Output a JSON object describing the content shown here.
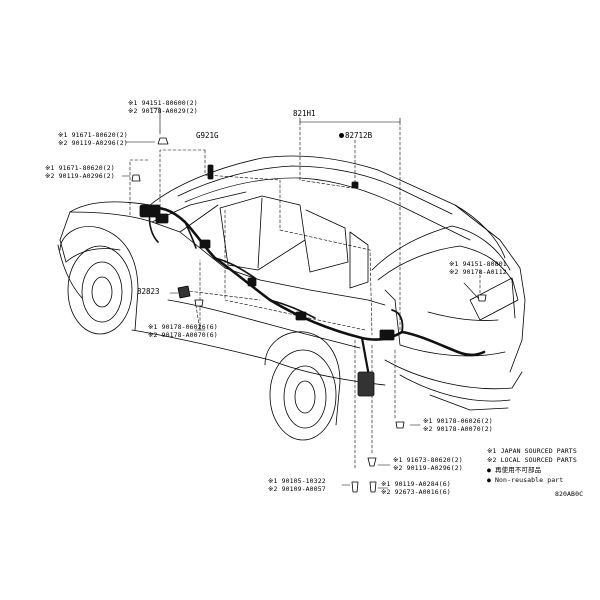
{
  "parts": {
    "main_harness": "821H1",
    "clip_top": "G921G",
    "clip_roof": "82712B",
    "grommet_left": "82823",
    "grp_roof_front": [
      "※1 94151-80600(2)",
      "※2 90178-A0029(2)"
    ],
    "grp_front_upper": [
      "※1 91671-80620(2)",
      "※2 90119-A0296(2)"
    ],
    "grp_front_lower": [
      "※1 91671-80620(2)",
      "※2 90119-A0296(2)"
    ],
    "grp_left_side": [
      "※1 90178-06026(6)",
      "※2 90178-A0070(6)"
    ],
    "grp_rear_upper": [
      "※1 94151-80801",
      "※2 90178-A0112"
    ],
    "grp_rear_lower": [
      "※1 90178-06026(2)",
      "※2 90178-A0070(2)"
    ],
    "grp_center_bolt": [
      "※1 91673-80620(2)",
      "※2 90119-A0296(2)"
    ],
    "grp_bottom_left": [
      "※1 90105-10322",
      "※2 90109-A0057"
    ],
    "grp_bottom_right": [
      "※1 90119-A0284(6)",
      "※2 92673-A0016(6)"
    ]
  },
  "legend": {
    "line1": "※1 JAPAN SOURCED PARTS",
    "line2": "※2 LOCAL SOURCED PARTS",
    "line3": "● 再使用不可部品",
    "line4": "● Non-reusable part"
  },
  "diagram_code": "820AB0C"
}
